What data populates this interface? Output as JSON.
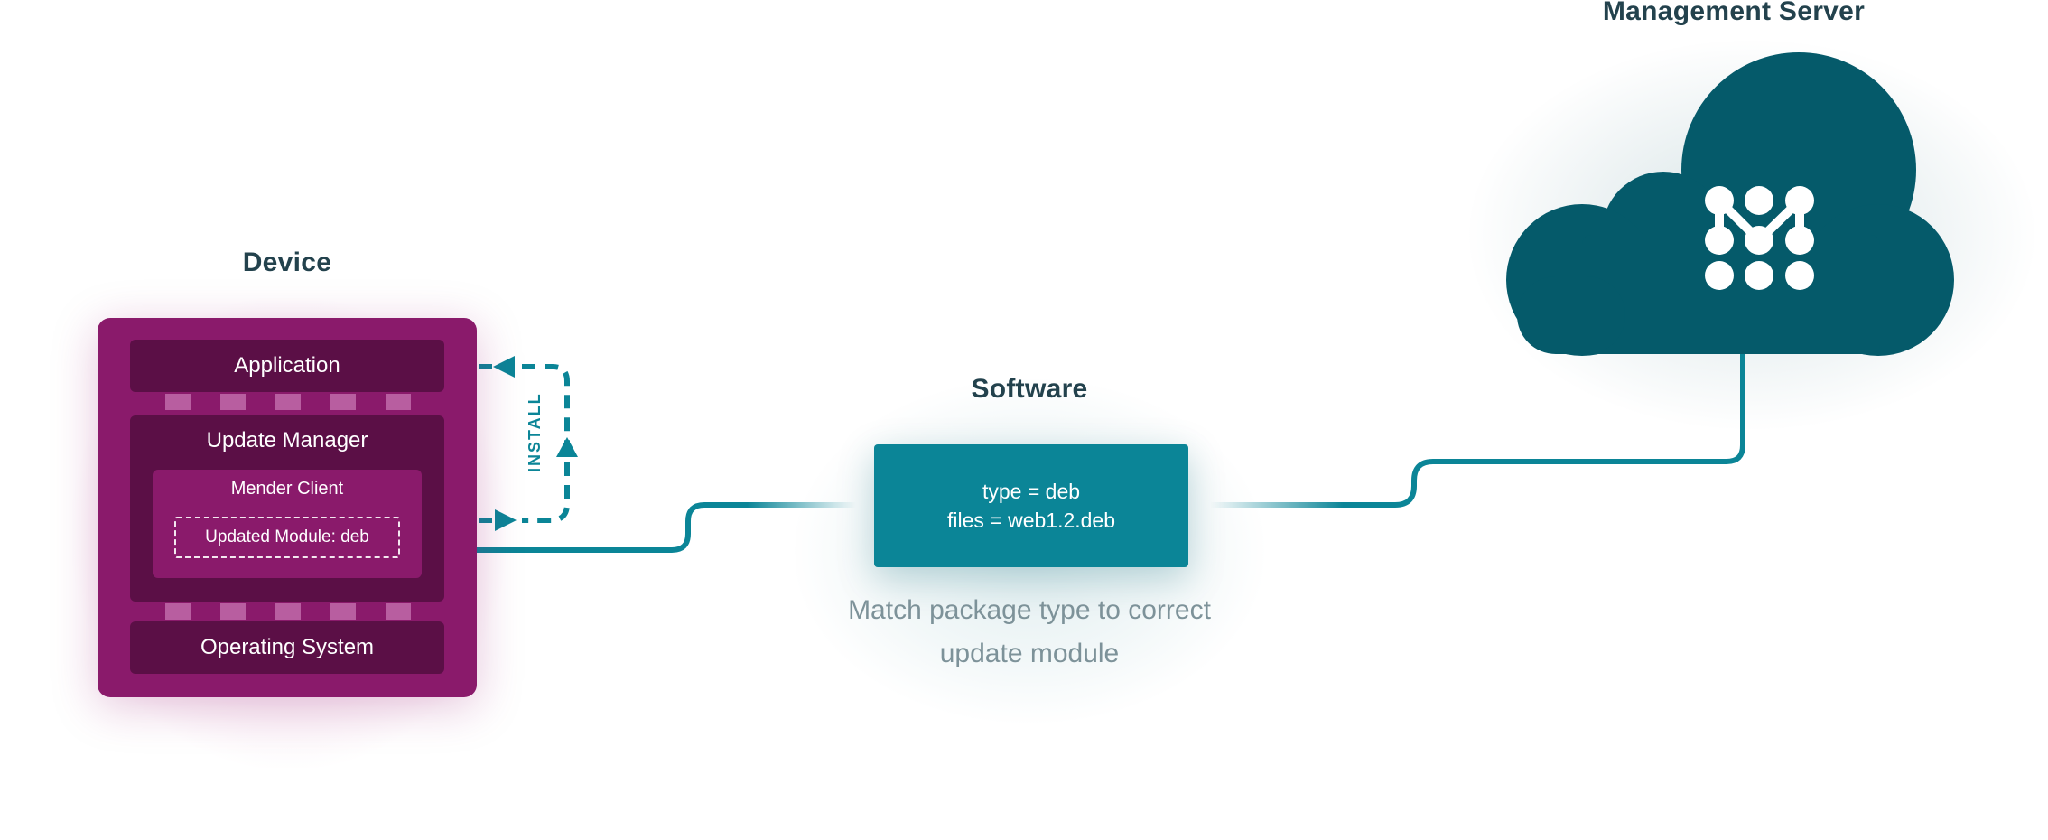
{
  "device": {
    "title": "Device",
    "layers": {
      "application": "Application",
      "update_manager": "Update Manager",
      "operating_system": "Operating System"
    },
    "mender_client": "Mender Client",
    "update_module": "Updated Module: deb",
    "install_label": "INSTALL"
  },
  "software": {
    "title": "Software",
    "line1": "type = deb",
    "line2": "files = web1.2.deb",
    "caption_line1": "Match package type to correct",
    "caption_line2": "update module"
  },
  "server": {
    "title": "Management Server",
    "logo_icon": "mender-logo-icon"
  },
  "colors": {
    "device_outer": "#8a1a6b",
    "device_inner": "#5b0f46",
    "connector": "#b85ea0",
    "accent_teal": "#0b8597",
    "cloud": "#055a6a",
    "heading_text": "#23424d",
    "caption_text": "#7d9299"
  }
}
